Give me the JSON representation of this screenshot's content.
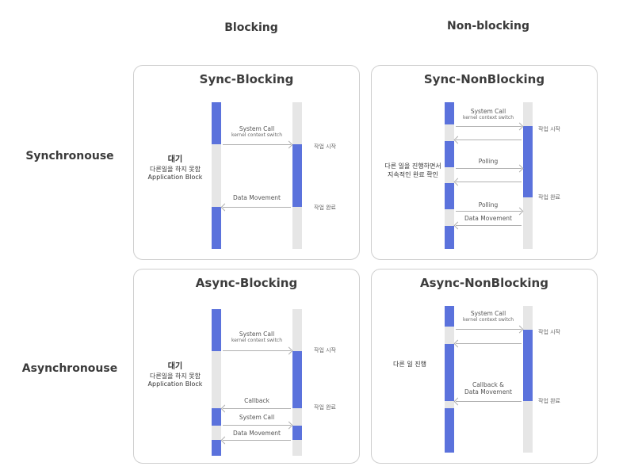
{
  "columns": {
    "blocking": "Blocking",
    "nonblocking": "Non-blocking"
  },
  "rows": {
    "sync": "Synchronouse",
    "async": "Asynchronouse"
  },
  "panels": {
    "sync_blocking": {
      "title": "Sync-Blocking",
      "wait": "대기",
      "note1": "다른일을 하지 못함",
      "note2": "Application Block",
      "syscall": "System Call",
      "ctx": "kernel context switch",
      "start": "작업 시작",
      "datamove": "Data Movement",
      "done": "작업 완료"
    },
    "sync_nonblocking": {
      "title": "Sync-NonBlocking",
      "syscall": "System Call",
      "ctx": "kernel context switch",
      "start": "작업 시작",
      "note1": "다른 일을 진행하면서",
      "note2": "지속적인 완료 확인",
      "polling1": "Polling",
      "polling2": "Polling",
      "done": "작업 완료",
      "datamove": "Data Movement"
    },
    "async_blocking": {
      "title": "Async-Blocking",
      "wait": "대기",
      "note1": "다른일을 하지 못함",
      "note2": "Application Block",
      "syscall": "System Call",
      "ctx": "kernel context switch",
      "start": "작업 시작",
      "callback": "Callback",
      "done": "작업 완료",
      "syscall2": "System Call",
      "datamove": "Data Movement"
    },
    "async_nonblocking": {
      "title": "Async-NonBlocking",
      "syscall": "System Call",
      "ctx": "kernel context switch",
      "start": "작업 시작",
      "note": "다른 일 진행",
      "callback1": "Callback &",
      "callback2": "Data Movement",
      "done": "작업 완료"
    }
  }
}
